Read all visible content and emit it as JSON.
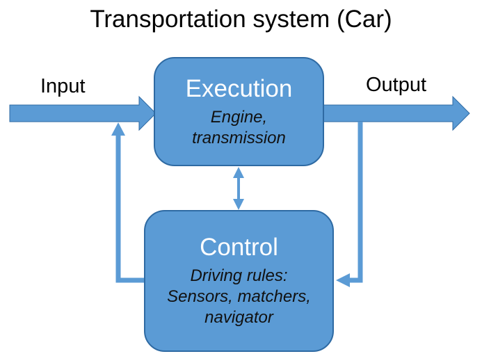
{
  "title": "Transportation system (Car)",
  "labels": {
    "input": "Input",
    "output": "Output"
  },
  "blocks": {
    "execution": {
      "title": "Execution",
      "detail_lines": [
        "Engine,",
        "transmission"
      ]
    },
    "control": {
      "title": "Control",
      "detail_lines": [
        "Driving rules:",
        "Sensors, matchers,",
        "navigator"
      ]
    }
  },
  "colors": {
    "block_fill": "#5b9bd5",
    "block_border": "#2e6aa3",
    "arrow_fill": "#5b9bd5",
    "arrow_border": "#2e6aa3"
  }
}
